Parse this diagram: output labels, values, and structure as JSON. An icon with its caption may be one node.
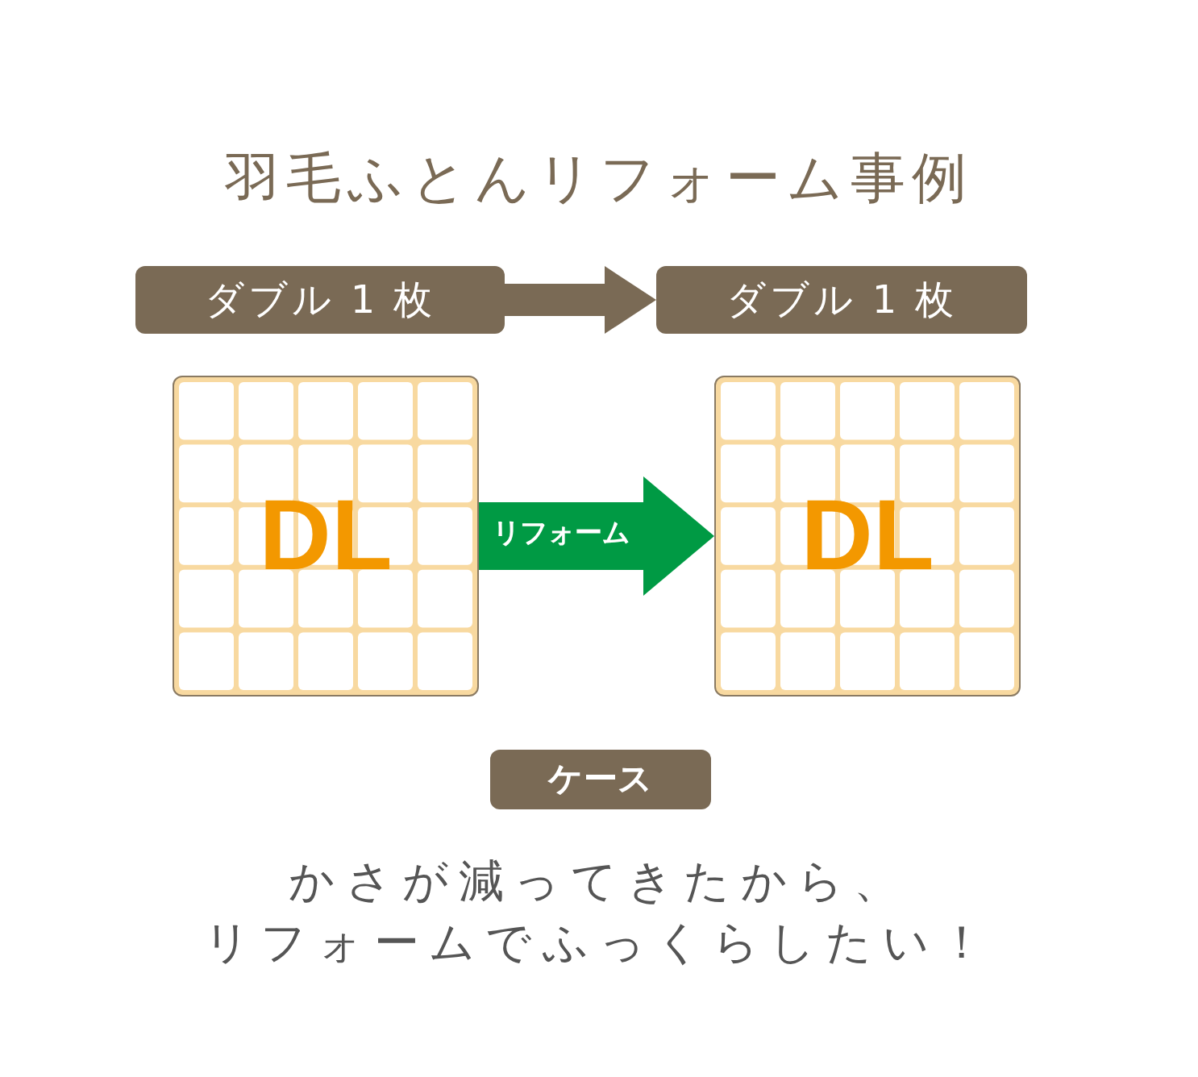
{
  "diagram": {
    "title": "羽毛ふとんリフォーム事例",
    "nodes": [
      {
        "text": [
          "ダブル 1 枚"
        ]
      },
      {
        "text": [
          "ダブル 1 枚"
        ]
      },
      {
        "text": [
          "DL"
        ]
      },
      {
        "text": [
          "DL"
        ]
      },
      {
        "text": [
          "ケース"
        ]
      }
    ],
    "edges": [
      {
        "from": 0,
        "to": 1,
        "arrow": "to",
        "color": "#7a6a55"
      },
      {
        "from": 2,
        "to": 3,
        "arrow": "to",
        "label": "リフォーム",
        "style": "thick",
        "color": "#009a44"
      }
    ],
    "labels": [
      "かさが減ってきたから、",
      "リフォームでふっくらしたい！"
    ]
  }
}
